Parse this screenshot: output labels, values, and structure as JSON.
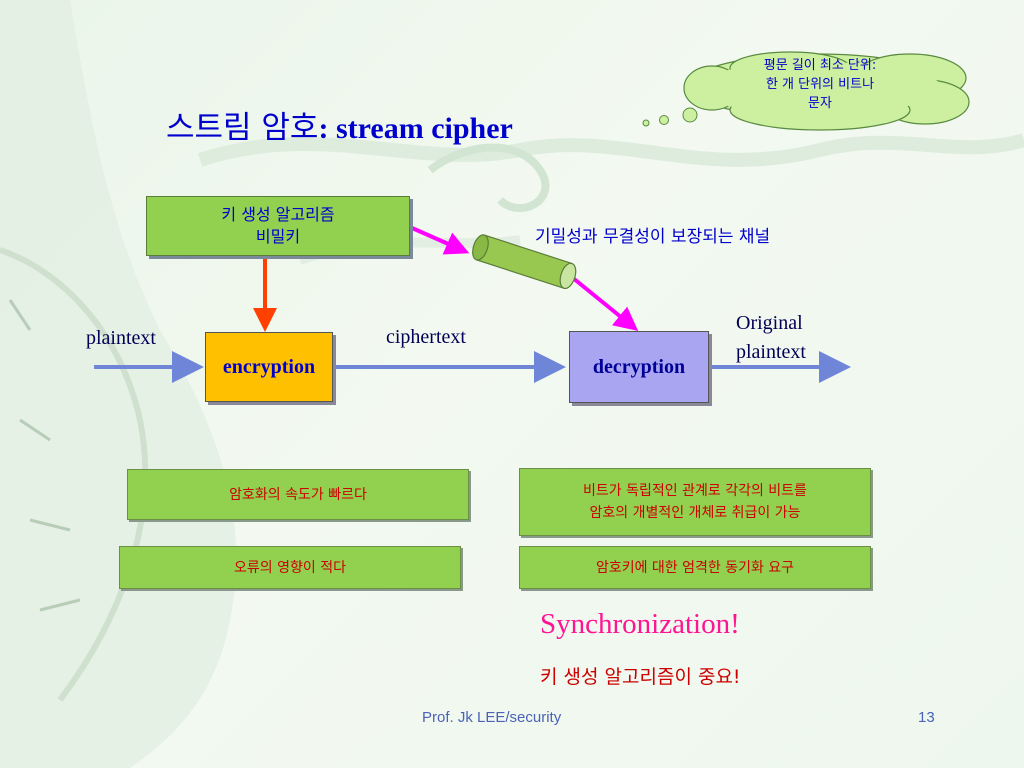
{
  "title": {
    "korean": "스트림 암호",
    "colon": ":",
    "english": " stream cipher"
  },
  "cloud_note": {
    "lines": [
      "평문 길이 최소 단위:",
      "한 개 단위의 비트나",
      "문자"
    ]
  },
  "key_box": {
    "lines": [
      "키 생성 알고리즘",
      "비밀키"
    ]
  },
  "channel_label": "기밀성과 무결성이 보장되는 채널",
  "diagram": {
    "plaintext": "plaintext",
    "encryption": "encryption",
    "ciphertext": "ciphertext",
    "decryption": "decryption",
    "original_plaintext": [
      "Original",
      "plaintext"
    ]
  },
  "features": {
    "speed": "암호화의 속도가 빠르다",
    "independent": [
      "비트가 독립적인 관계로 각각의 비트를",
      "암호의 개별적인 개체로 취급이 가능"
    ],
    "error": "오류의 영향이 적다",
    "sync_req": "암호키에 대한 엄격한 동기화 요구"
  },
  "synchronization": "Synchronization!",
  "key_importance": "키 생성 알고리즘이 중요!",
  "footer": {
    "author": "Prof. Jk LEE/security",
    "page": "13"
  },
  "colors": {
    "arrow_blue": "#6f86d8",
    "arrow_orange": "#ff4000",
    "arrow_magenta": "#ff00ff",
    "channel_green": "#99c850"
  }
}
